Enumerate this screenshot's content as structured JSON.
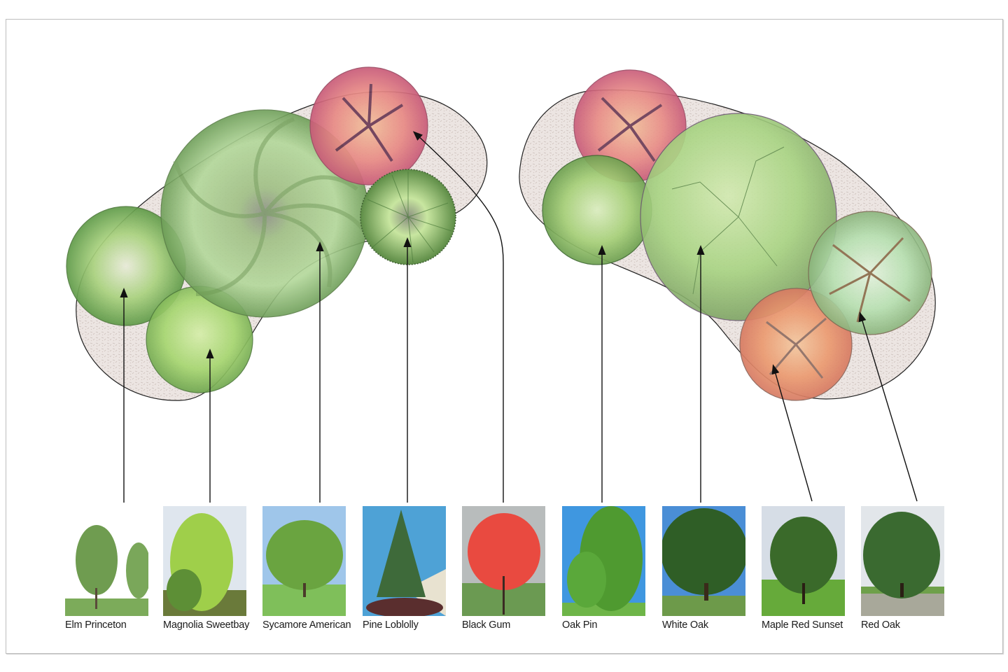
{
  "diagram": {
    "type": "landscape planting plan",
    "groups": [
      {
        "name": "left-planting-bed",
        "trees": [
          "Elm Princeton",
          "Magnolia Sweetbay",
          "Sycamore American",
          "Pine Loblolly",
          "Black Gum"
        ]
      },
      {
        "name": "right-planting-bed",
        "trees": [
          "Oak Pin",
          "White Oak",
          "Maple Red Sunset",
          "Red Oak"
        ]
      }
    ]
  },
  "trees": [
    {
      "label": "Elm Princeton",
      "color": "#7fb85a"
    },
    {
      "label": "Magnolia Sweetbay",
      "color": "#9fd36a"
    },
    {
      "label": "Sycamore American",
      "color": "#8fbf6a"
    },
    {
      "label": "Pine Loblolly",
      "color": "#7fae5a"
    },
    {
      "label": "Black Gum",
      "color": "#e0707a"
    },
    {
      "label": "Oak Pin",
      "color": "#8cc46a"
    },
    {
      "label": "White Oak",
      "color": "#a4d07e"
    },
    {
      "label": "Maple Red Sunset",
      "color": "#e58a62"
    },
    {
      "label": "Red Oak",
      "color": "#a8d8a0"
    }
  ]
}
